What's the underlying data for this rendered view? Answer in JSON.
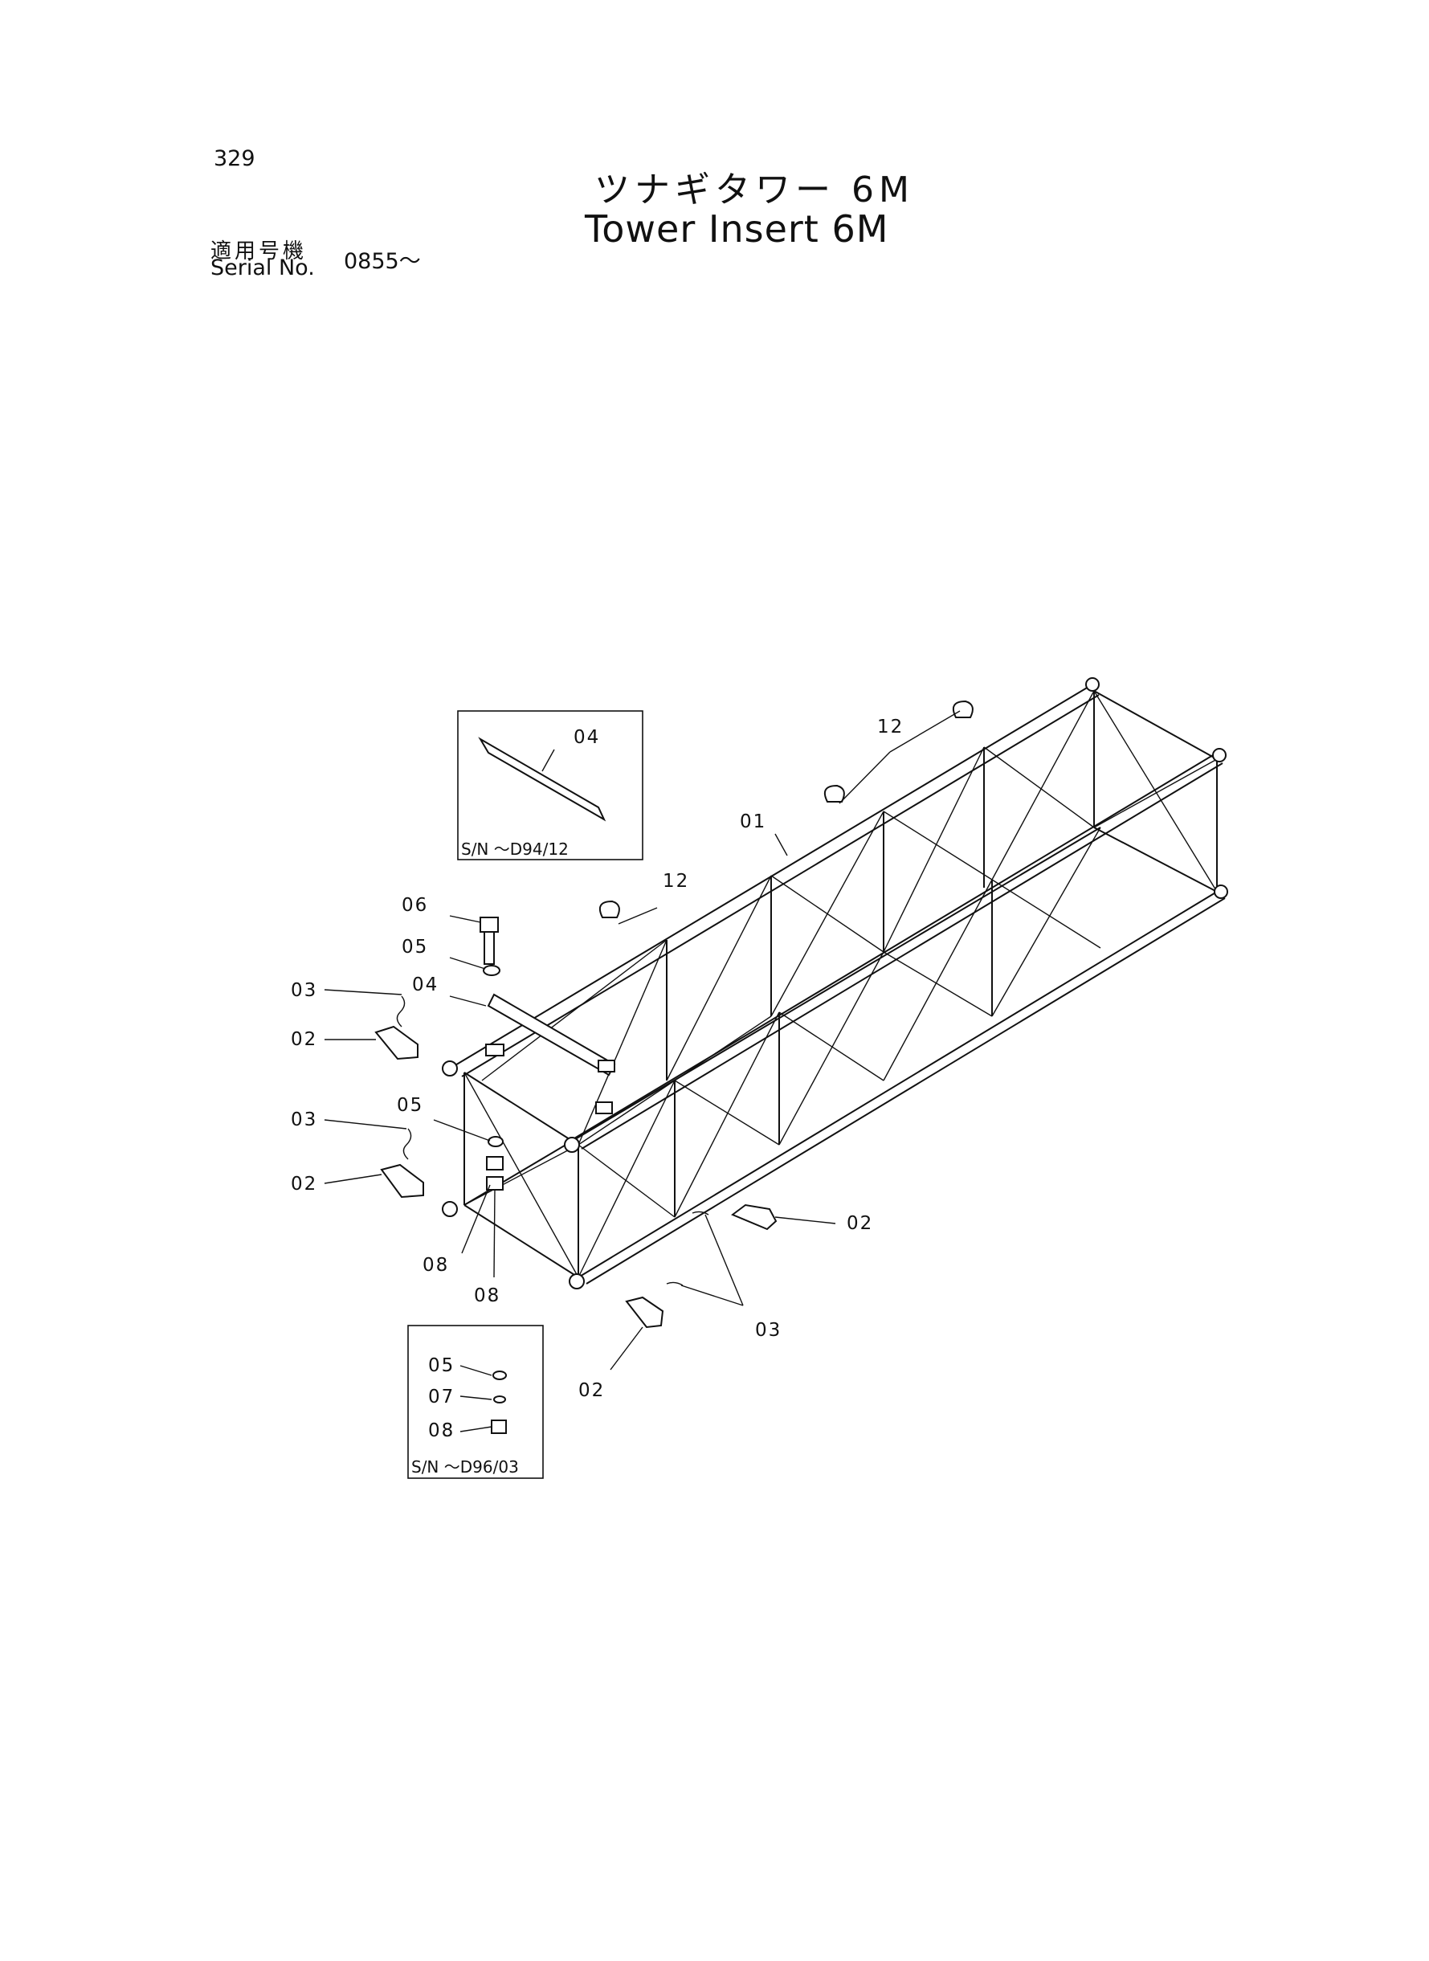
{
  "header": {
    "page_number": "329",
    "title_ja": "ツナギタワー 6M",
    "title_en": "Tower Insert 6M",
    "serial_label_ja": "適用号機",
    "serial_label_en": "Serial No.",
    "serial_value": "0855～"
  },
  "callouts": {
    "c01": "01",
    "c12a": "12",
    "c12b": "12",
    "c04_box": "04",
    "c06": "06",
    "c05a": "05",
    "c04": "04",
    "c03a": "03",
    "c02a": "02",
    "c05b": "05",
    "c03b": "03",
    "c02b": "02",
    "c08a": "08",
    "c08b": "08",
    "c02c": "02",
    "c03c": "03",
    "c02d": "02",
    "c05_box": "05",
    "c07_box": "07",
    "c08_box": "08"
  },
  "inset_boxes": {
    "top_sn": "S/N  ～D94/12",
    "bottom_sn": "S/N  ～D96/03"
  }
}
